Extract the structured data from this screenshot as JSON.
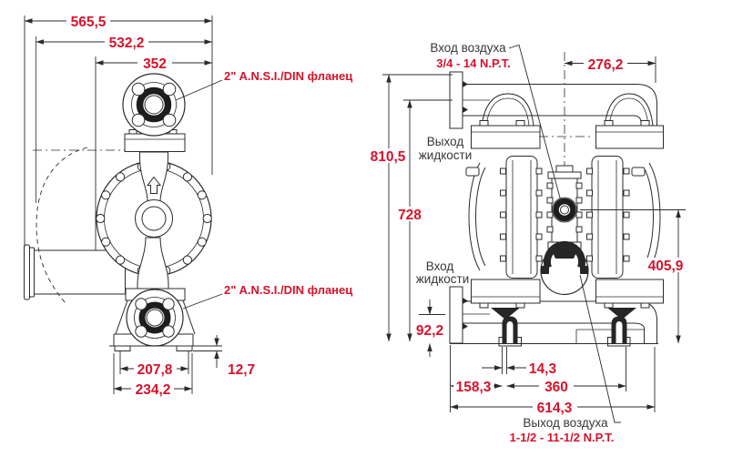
{
  "colors": {
    "dimension_red": "#d8122b",
    "drawing_line": "#2b2b2b",
    "label_black": "#373737",
    "background": "#ffffff"
  },
  "side_view": {
    "dims": {
      "overall_depth": "565,5",
      "housing_depth": "532,2",
      "flange_depth": "352",
      "foot_width": "207,8",
      "base_width": "234,2",
      "base_pad_height": "12,7"
    },
    "flange_note_top": "2\" A.N.S.I./DIN фланец",
    "flange_note_bottom": "2\" A.N.S.I./DIN фланец"
  },
  "front_view": {
    "dims": {
      "manifold_width": "276,2",
      "overall_height": "810,5",
      "outlet_height": "728",
      "exhaust_height": "405,9",
      "inlet_height": "92,2",
      "foot_slot_width": "14,3",
      "flange_to_foot": "158,3",
      "foot_spacing": "360",
      "overall_width": "614,3"
    },
    "ports": {
      "air_inlet": {
        "name": "Вход воздуха",
        "thread": "3/4 - 14 N.P.T."
      },
      "fluid_outlet": {
        "line1": "Выход",
        "line2": "жидкости"
      },
      "fluid_inlet": {
        "line1": "Вход",
        "line2": "жидкости"
      },
      "air_exhaust": {
        "name": "Выход воздуха",
        "thread": "1-1/2 - 11-1/2 N.P.T."
      }
    }
  }
}
